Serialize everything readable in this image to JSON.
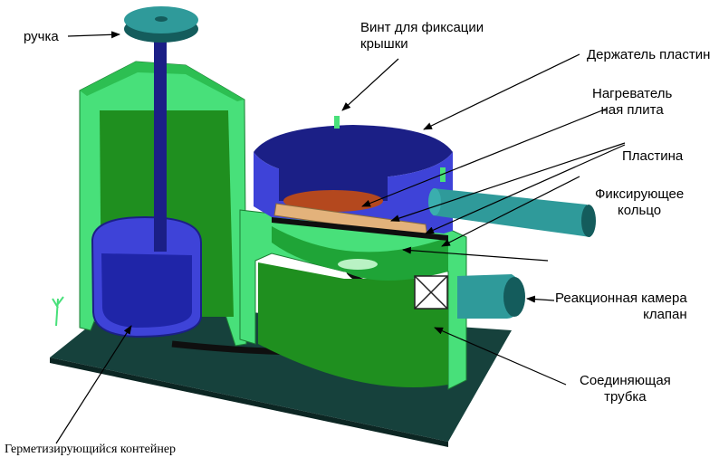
{
  "labels": {
    "handle": "ручка",
    "lid_screw": "Винт для фиксации\nкрышки",
    "plate_holder": "Держатель пластин",
    "heater_plate": "Нагреватель\nная плита",
    "plate": "Пластина",
    "fixing_ring": "Фиксирующее\nкольцо",
    "reaction_chamber_valve": "Реакционная камера\nклапан",
    "connecting_tube": "Соединяющая\nтрубка",
    "sealed_container": "Герметизирующийся контейнер"
  },
  "colors": {
    "light_green": "#48e07a",
    "dark_green": "#1f8f1f",
    "pale_green": "#b9f2c4",
    "navy": "#1b1f86",
    "blue": "#3e43d8",
    "teal": "#2f9a9a",
    "dark_teal": "#145c5c",
    "base": "#16413c",
    "copper": "#b4481e",
    "tan": "#e3b27b"
  },
  "icons": {
    "arrow": "arrow-pointer-icon"
  }
}
